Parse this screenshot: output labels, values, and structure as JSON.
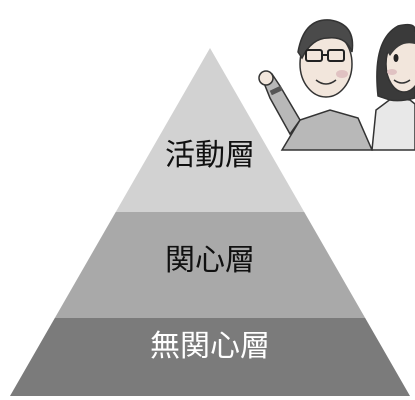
{
  "pyramid": {
    "tiers": [
      {
        "label": "活動層",
        "color": "#d2d2d2",
        "text_color": "#111111"
      },
      {
        "label": "関心層",
        "color": "#a9a9a9",
        "text_color": "#111111"
      },
      {
        "label": "無関心層",
        "color": "#7b7b7b",
        "text_color": "#ffffff"
      }
    ]
  },
  "illustration": {
    "icon": "two-people-waving-illustration"
  }
}
